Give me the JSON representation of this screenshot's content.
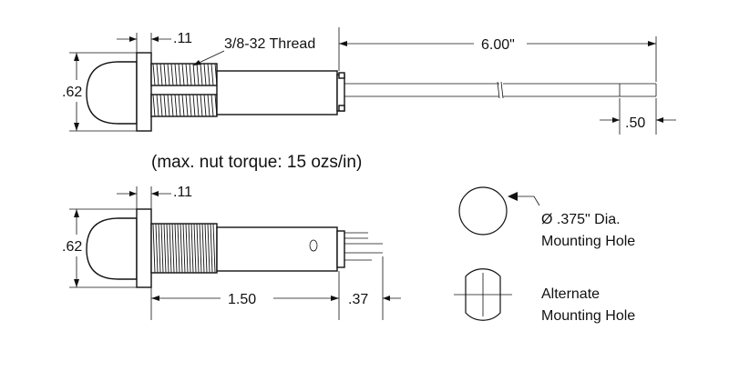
{
  "labels": {
    "top_flange_thickness": ".11",
    "thread_callout": "3/8-32 Thread",
    "lead_length": "6.00\"",
    "top_height": ".62",
    "lead_strip": ".50",
    "torque_note": "(max. nut torque: 15 ozs/in)",
    "bottom_flange_thickness": ".11",
    "bottom_height": ".62",
    "body_length": "1.50",
    "terminal_length": ".37",
    "hole_diameter_line1": "Ø .375\" Dia.",
    "hole_diameter_line2": "Mounting Hole",
    "alternate_line1": "Alternate",
    "alternate_line2": "Mounting Hole"
  },
  "colors": {
    "ink": "#111111",
    "paper": "#ffffff"
  }
}
